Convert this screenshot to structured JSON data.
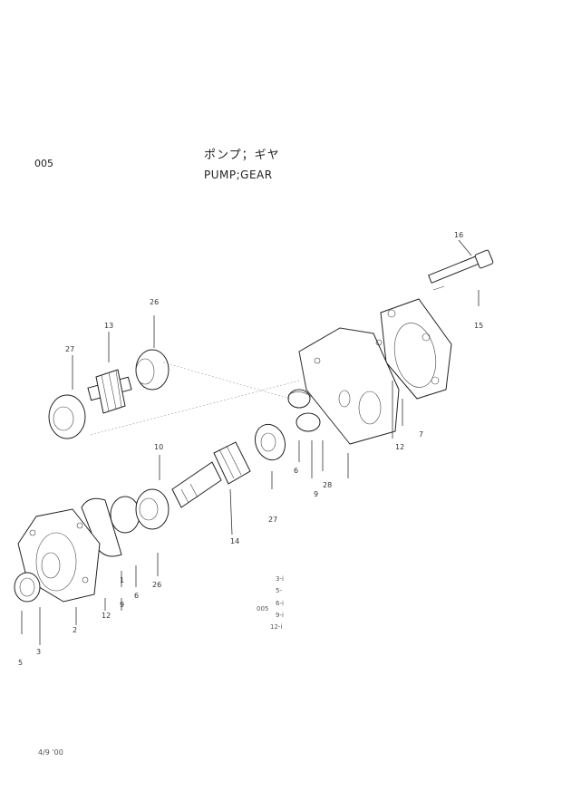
{
  "header": {
    "code": "005",
    "title_jp": "ポンプ；ギヤ",
    "title_en": "PUMP;GEAR"
  },
  "callouts": {
    "c16": "16",
    "c15": "15",
    "c26a": "26",
    "c13": "13",
    "c27a": "27",
    "c12a": "12",
    "c7": "7",
    "c10": "10",
    "c6a": "6",
    "c9a": "9",
    "c28": "28",
    "c27b": "27",
    "c14": "14",
    "c1": "1",
    "c9b": "9",
    "c6b": "6",
    "c26b": "26",
    "c12b": "12",
    "c2": "2",
    "c3": "3",
    "c5": "5"
  },
  "notes": {
    "n1": "3-i",
    "n2": "5-",
    "n3": "6-i",
    "n4": "9-i",
    "n5": "12-i",
    "n_code": "005"
  },
  "footer": "4/9 '00",
  "icons": [
    "gear-pump-exploded-view"
  ]
}
